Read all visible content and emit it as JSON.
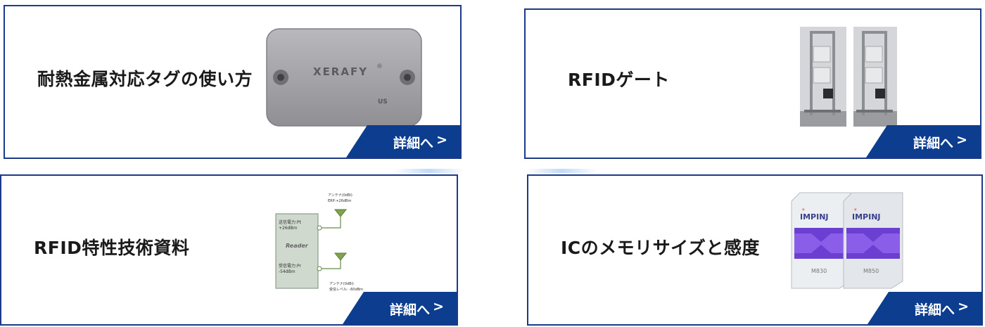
{
  "detail_label": "詳細へ",
  "detail_arrow": ">",
  "cards": [
    {
      "title": "耐熱金属対応タグの使い方",
      "image": {
        "brand": "XERAFY",
        "mark": "®",
        "code": "US"
      }
    },
    {
      "title": "RFIDゲート",
      "image": {}
    },
    {
      "title": "RFID特性技術資料",
      "image": {
        "tx_antenna": "アンテナ(0dBi)",
        "tx_erp": "ERP:+26dBm",
        "tx_power_label": "送信電力:Pt",
        "tx_power_value": "+26dBm",
        "reader": "Reader",
        "rx_power_label": "受信電力:Pr",
        "rx_power_value": "-54dBm",
        "rx_antenna": "アンテナ(0dBi)",
        "rx_level": "受信レベル: -60dBm"
      }
    },
    {
      "title": "ICのメモリサイズと感度",
      "image": {
        "brand": "IMPINJ",
        "chip_left": "M830",
        "chip_right": "M850"
      }
    }
  ],
  "colors": {
    "border": "#1d3a8a",
    "button": "#0d3d8f"
  }
}
